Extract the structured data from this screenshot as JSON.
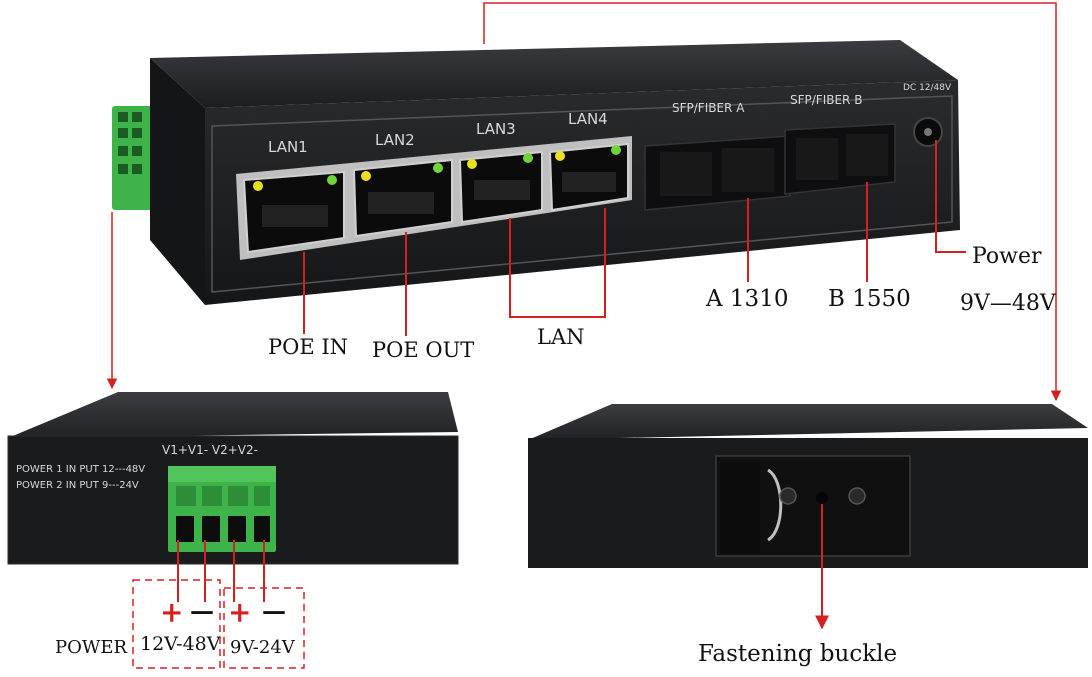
{
  "front_panel": {
    "ports": [
      "LAN1",
      "LAN2",
      "LAN3",
      "LAN4"
    ],
    "fiber_slots": [
      "SFP/FIBER A",
      "SFP/FIBER B"
    ],
    "dc_label": "DC 12/48V"
  },
  "callouts": {
    "poe_in": "POE IN",
    "poe_out": "POE OUT",
    "lan": "LAN",
    "fiber_a": "A 1310",
    "fiber_b": "B 1550",
    "power": "Power",
    "power_range": "9V—48V"
  },
  "back_panel": {
    "terminal_header": "V1+V1-  V2+V2-",
    "power_line_1": "POWER 1 IN PUT 12---48V",
    "power_line_2": "POWER 2 IN PUT  9---24V",
    "plus_sign": "+",
    "minus_sign": "—",
    "power_label": "POWER",
    "range_1": "12V-48V",
    "range_2": "9V-24V"
  },
  "bottom_panel": {
    "buckle_label": "Fastening buckle"
  },
  "colors": {
    "arrow": "#d62020",
    "device_body": "#1f2022",
    "terminal_green": "#3db34a",
    "led_yellow": "#e8e020",
    "led_green": "#6fd43a"
  }
}
